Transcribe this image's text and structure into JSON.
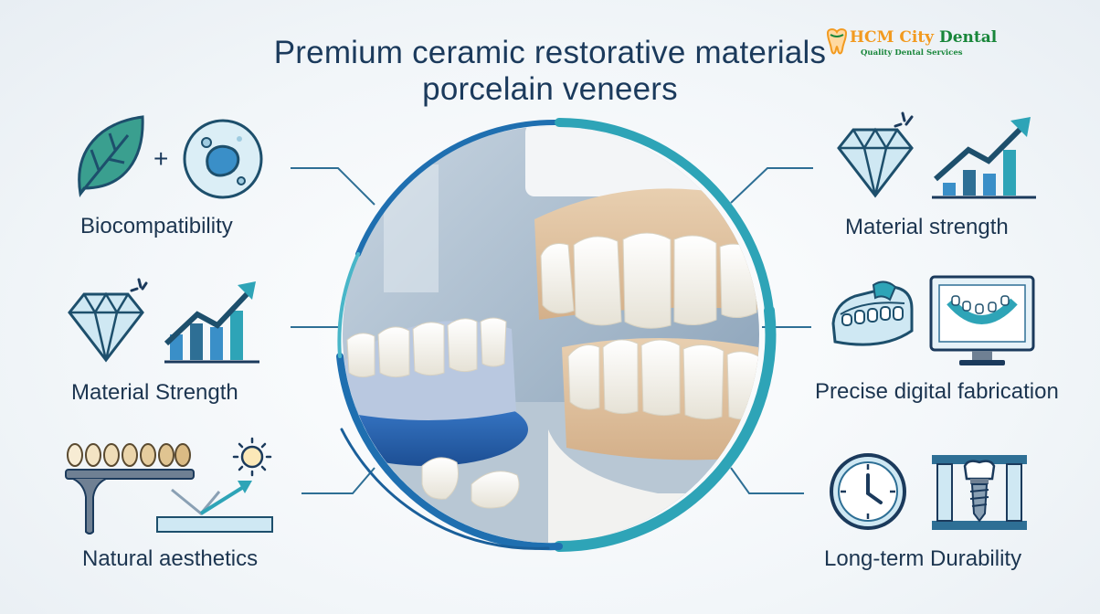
{
  "title": {
    "line1": "Premium ceramic restorative materials",
    "line2": "porcelain veneers"
  },
  "logo": {
    "brand_part1": "HCM City",
    "brand_part2": " Dental",
    "tagline": "Quality Dental Services"
  },
  "features": {
    "left": [
      {
        "label": "Biocompatibility",
        "icons": [
          "leaf-icon",
          "plus-icon",
          "cell-icon"
        ]
      },
      {
        "label": "Material Strength",
        "icons": [
          "diamond-icon",
          "growth-chart-icon"
        ]
      },
      {
        "label": "Natural aesthetics",
        "icons": [
          "shade-guide-icon",
          "sun-reflection-icon"
        ]
      }
    ],
    "right": [
      {
        "label": "Material strength",
        "icons": [
          "diamond-icon",
          "growth-chart-icon"
        ]
      },
      {
        "label": "Precise digital fabrication",
        "icons": [
          "dental-scan-model-icon",
          "monitor-icon"
        ]
      },
      {
        "label": "Long-term Durability",
        "icons": [
          "clock-icon",
          "dental-implant-icon"
        ]
      }
    ]
  },
  "colors": {
    "navy": "#1b3a5c",
    "teal": "#2ea4b7",
    "blue": "#1f6fb0",
    "icon_fill": "#bfe3ef"
  }
}
